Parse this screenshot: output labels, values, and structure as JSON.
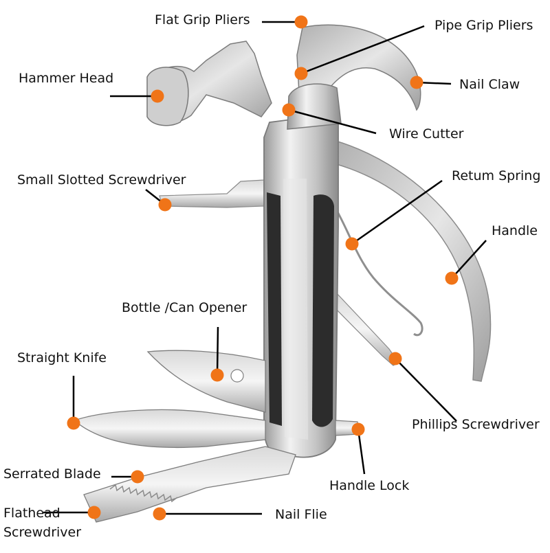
{
  "colors": {
    "marker": "#f07418",
    "leader": "#000000",
    "steel_light": "#e8e8e8",
    "steel_mid": "#bdbdbd",
    "steel_dark": "#7a7a7a",
    "grip_dark": "#2c2c2c"
  },
  "labels": {
    "flat_grip_pliers": "Flat Grip Pliers",
    "pipe_grip_pliers": "Pipe Grip Pliers",
    "hammer_head": "Hammer Head",
    "nail_claw": "Nail Claw",
    "wire_cutter": "Wire Cutter",
    "small_slotted_screwdriver": "Small Slotted Screwdriver",
    "return_spring": "Retum Spring",
    "handle": "Handle",
    "bottle_can_opener": "Bottle /Can Opener",
    "straight_knife": "Straight Knife",
    "phillips_screwdriver": "Phillips Screwdriver",
    "handle_lock": "Handle Lock",
    "serrated_blade": "Serrated Blade",
    "flathead_screwdriver": "Flathead\nScrewdriver",
    "nail_file": "Nail Flie"
  }
}
